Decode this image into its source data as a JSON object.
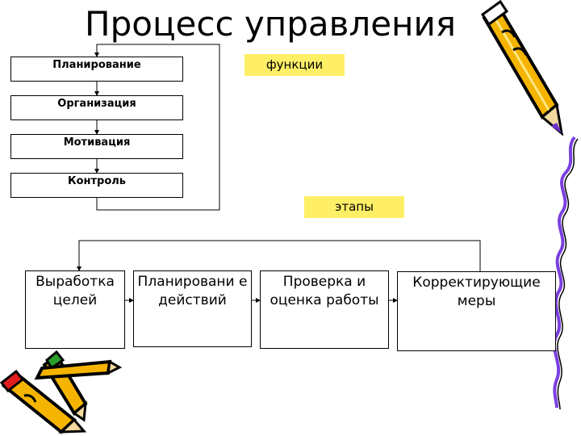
{
  "title": "Процесс управления",
  "functions": {
    "tag": "функции",
    "items": [
      "Планирование",
      "Организация",
      "Мотивация",
      "Контроль"
    ]
  },
  "stages": {
    "tag": "этапы",
    "items": [
      "Выработка целей",
      "Планировани е действий",
      "Проверка и оценка работы",
      "Корректирующие меры"
    ]
  },
  "colors": {
    "tag_fill": "#ffef66",
    "pencil_body": "#f5b400",
    "pencil_outline": "#000000",
    "wave_stroke": "#7b3fe0"
  },
  "icons": [
    "pencil-large-icon",
    "pencils-group-icon",
    "wavy-line-decoration"
  ]
}
